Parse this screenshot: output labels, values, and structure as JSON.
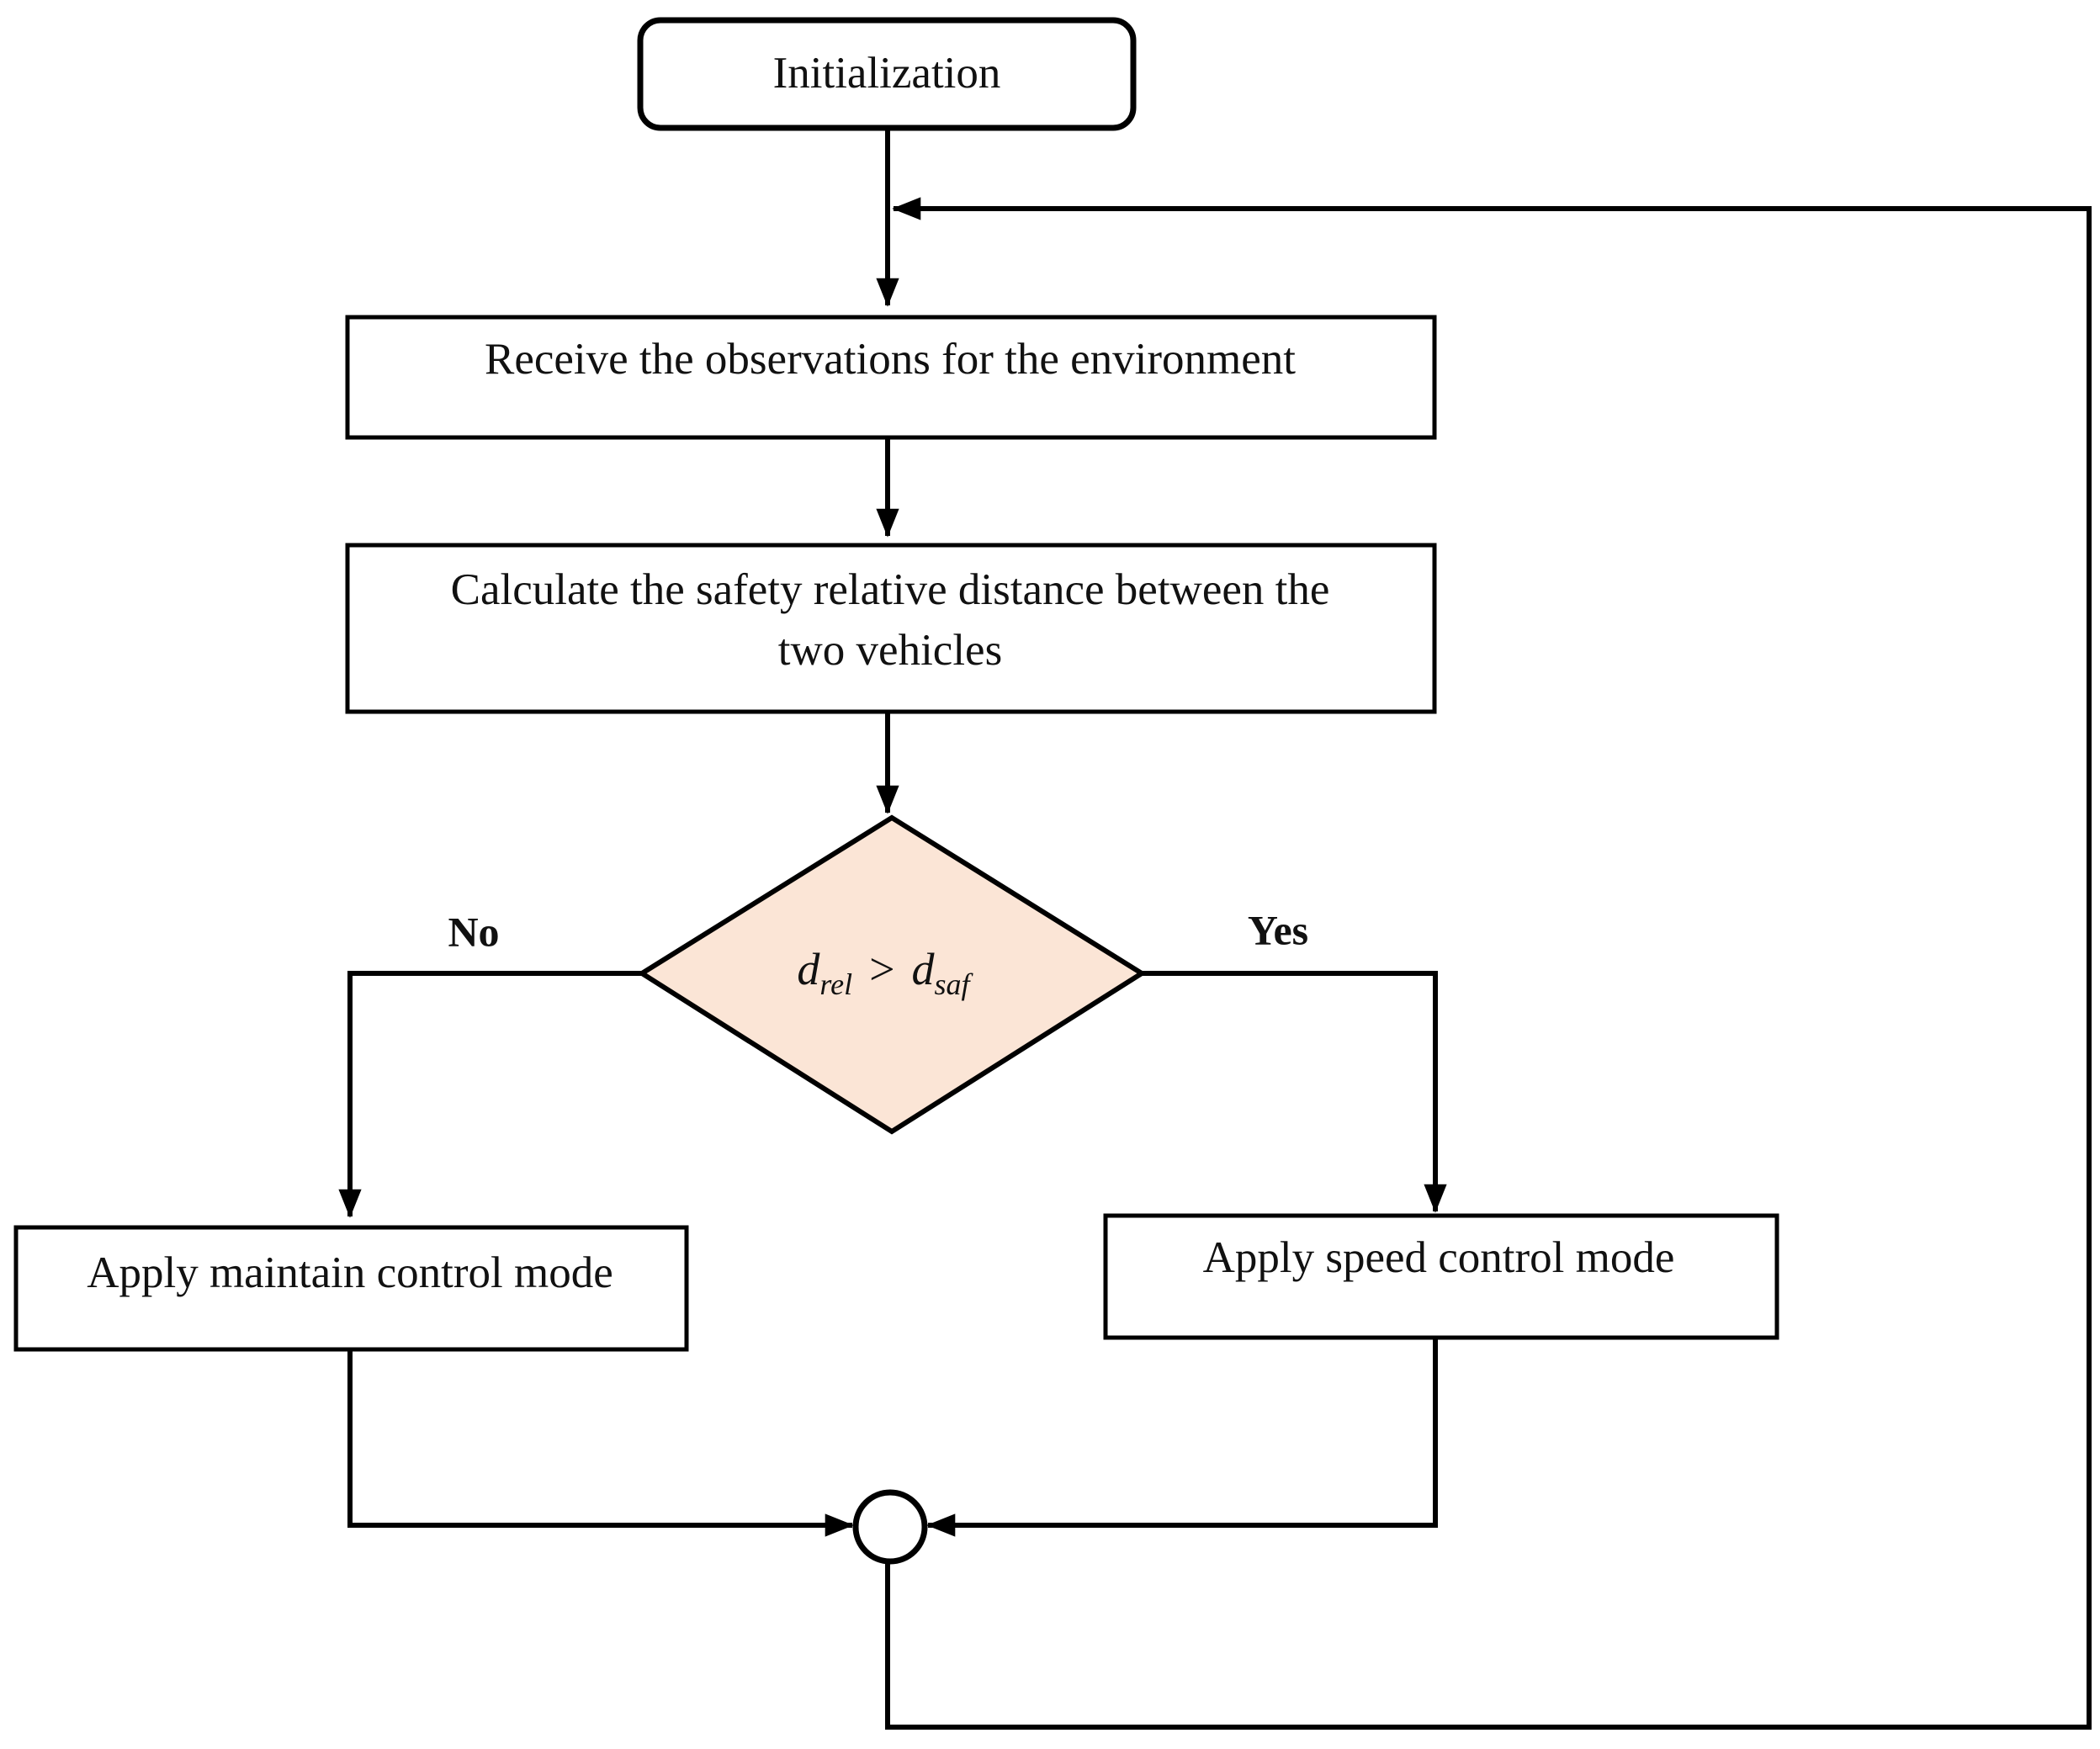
{
  "diagram": {
    "nodes": {
      "init": {
        "label": "Initialization"
      },
      "receive": {
        "label": "Receive the observations for the environment"
      },
      "calculate": {
        "lines": [
          "Calculate the safety relative distance between the",
          "two vehicles"
        ]
      },
      "decision": {
        "lhs": "d",
        "lhs_sub": "rel",
        "operator": ">",
        "rhs": "d",
        "rhs_sub": "saf",
        "fill_color": "#fbe5d6"
      },
      "maintain": {
        "label": "Apply maintain control mode"
      },
      "speed": {
        "label": "Apply speed control mode"
      }
    },
    "branch_labels": {
      "no": "No",
      "yes": "Yes"
    },
    "colors": {
      "stroke": "#000000",
      "text": "#111111",
      "box_fill": "#ffffff",
      "decision_fill": "#fbe5d6"
    }
  }
}
